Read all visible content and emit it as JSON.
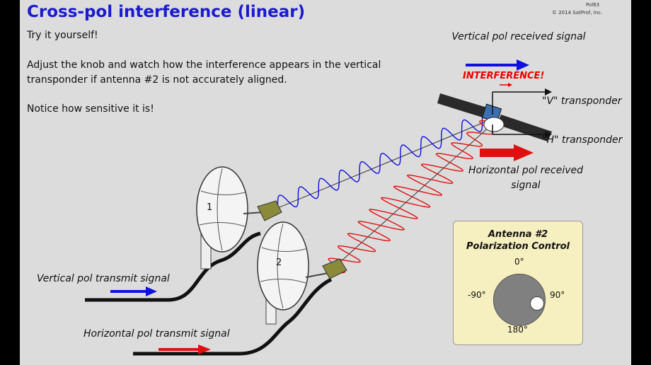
{
  "title": "Cross-pol interference (linear)",
  "page_id": "Pol63",
  "copyright": "© 2014 SatProf, Inc.",
  "instructions": {
    "try": "Try it yourself!",
    "adjust": "Adjust the knob and watch how the interference appears in the vertical transponder if antenna #2 is not accurately aligned.",
    "notice": "Notice how sensitive it is!"
  },
  "labels": {
    "vertical_received": "Vertical pol received signal",
    "interference": "INTERFERENCE!",
    "v_transponder": "\"V\" transponder",
    "h_transponder": "\"H\" transponder",
    "horizontal_received": "Horizontal pol received signal",
    "vertical_transmit": "Vertical pol transmit signal",
    "horizontal_transmit": "Horizontal pol transmit signal",
    "antenna1": "1",
    "antenna2": "2"
  },
  "control": {
    "title_line1": "Antenna #2",
    "title_line2": "Polarization Control",
    "tick_0": "0°",
    "tick_m90": "-90°",
    "tick_90": "90°",
    "tick_180": "180°",
    "knob_angle_deg": 100
  },
  "colors": {
    "title": "#1a1ad0",
    "vertical_signal": "#1010e0",
    "horizontal_signal": "#e01010",
    "interference": "#e00000",
    "panel_bg": "#f6efc0"
  },
  "icons": [
    "satellite-icon",
    "dish-antenna-icon",
    "feed-horn-icon",
    "arrow-icon"
  ]
}
